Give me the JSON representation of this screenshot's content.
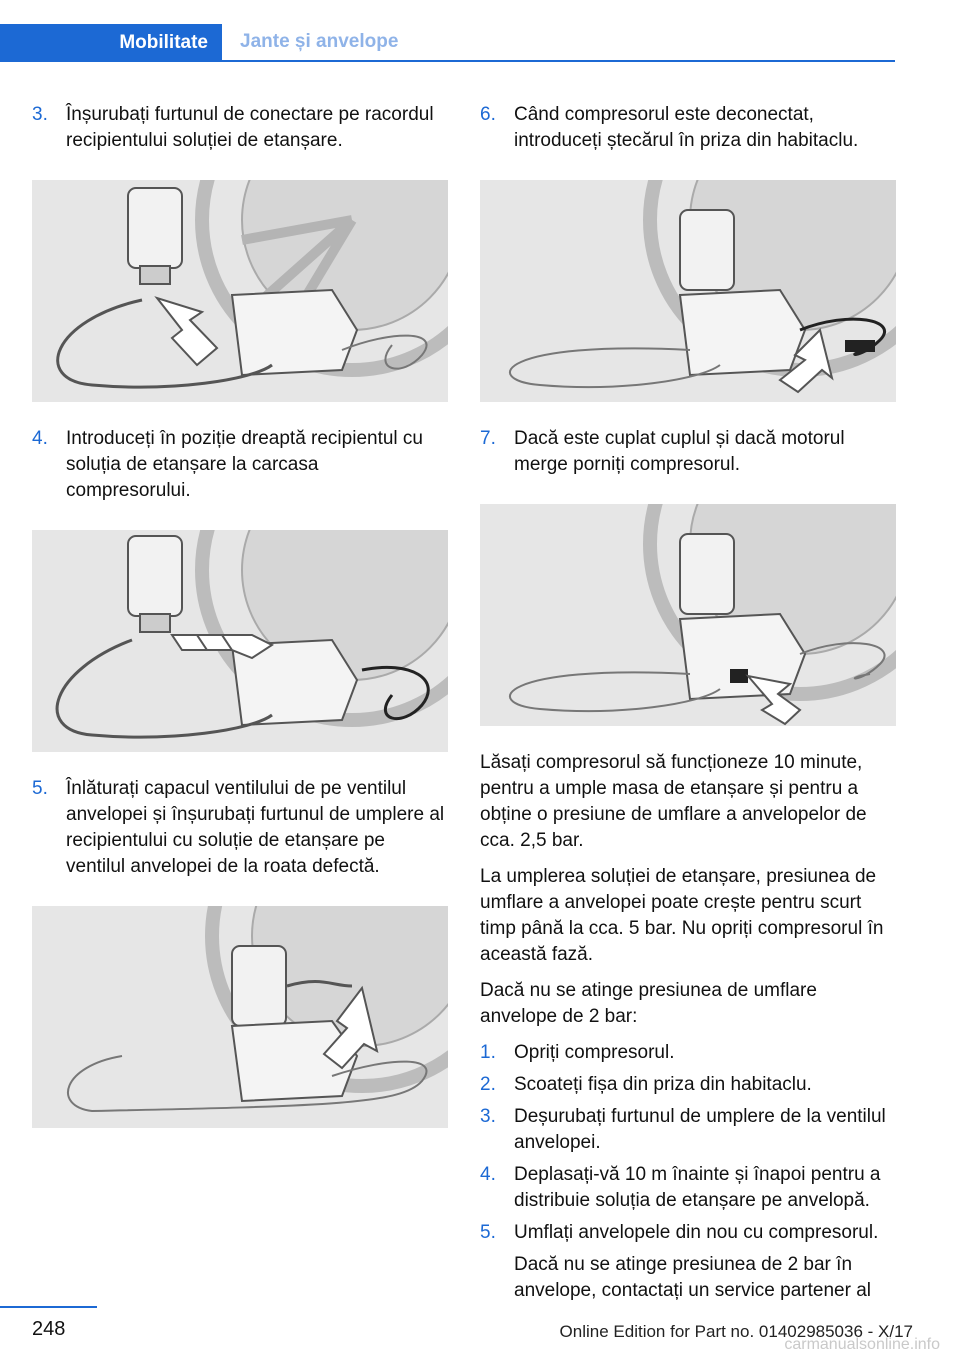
{
  "header": {
    "section": "Mobilitate",
    "subsection": "Jante și anvelope"
  },
  "left_column": {
    "step3": {
      "num": "3.",
      "text": "Înșurubați furtunul de conectare pe racordul recipientului soluției de etanșare."
    },
    "step4": {
      "num": "4.",
      "text": "Introduceți în poziție dreaptă recipientul cu soluția de etanșare la carcasa compresorului."
    },
    "step5": {
      "num": "5.",
      "text": "Înlăturați capacul ventilului de pe ventilul anvelopei și înșurubați furtunul de umplere al recipientului cu soluție de etanșare pe ventilul anvelopei de la roata defectă."
    }
  },
  "right_column": {
    "step6": {
      "num": "6.",
      "text": "Când compresorul este deconectat, introduceți ștecărul în priza din habitaclu."
    },
    "step7": {
      "num": "7.",
      "text": "Dacă este cuplat cuplul și dacă motorul merge porniți compresorul."
    },
    "para1": "Lăsați compresorul să funcționeze 10 minute, pentru a umple masa de etanșare și pentru a obține o presiune de umflare a anvelopelor de cca. 2,5 bar.",
    "para2": "La umplerea soluției de etanșare, presiunea de umflare a anvelopei poate crește pentru scurt timp până la cca. 5 bar. Nu opriți compresorul în această fază.",
    "para3": "Dacă nu se atinge presiunea de umflare anvelope de 2 bar:",
    "sub_steps": [
      {
        "num": "1.",
        "text": "Opriți compresorul."
      },
      {
        "num": "2.",
        "text": "Scoateți fișa din priza din habitaclu."
      },
      {
        "num": "3.",
        "text": "Deșurubați furtunul de umplere de la ventilul anvelopei."
      },
      {
        "num": "4.",
        "text": "Deplasați-vă 10 m înainte și înapoi pentru a distribuie soluția de etanșare pe anvelopă."
      },
      {
        "num": "5.",
        "text": "Umflați anvelopele din nou cu compresorul."
      }
    ],
    "note": "Dacă nu se atinge presiunea de 2 bar în anvelope, contactați un service partener al"
  },
  "footer": {
    "page_number": "248",
    "edition": "Online Edition for Part no. 01402985036 - X/17",
    "watermark": "carmanualsonline.info"
  },
  "colors": {
    "accent": "#1c69d4",
    "figure_bg": "#e6e6e6"
  }
}
